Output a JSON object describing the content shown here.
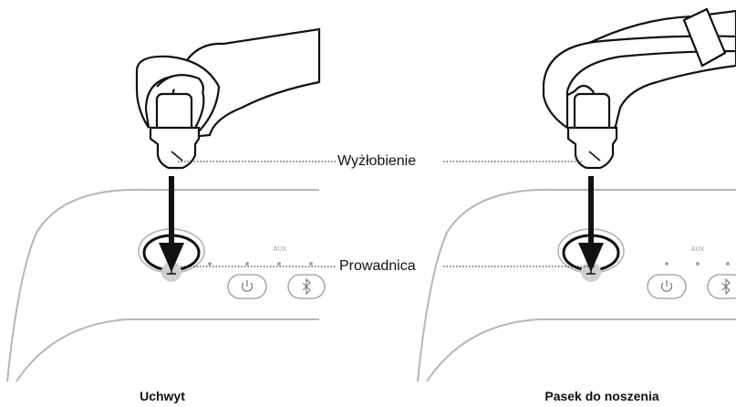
{
  "callouts": {
    "groove": "Wyżłobienie",
    "guide": "Prowadnica"
  },
  "device": {
    "aux_label": "AUX",
    "power_icon": "power-icon",
    "bluetooth_icon": "bluetooth-icon"
  },
  "captions": {
    "left": "Uchwyt",
    "right": "Pasek do noszenia"
  },
  "colors": {
    "line": "#111111",
    "device_outline": "#b5b5b5",
    "guide_dot": "#d0d0d0"
  }
}
